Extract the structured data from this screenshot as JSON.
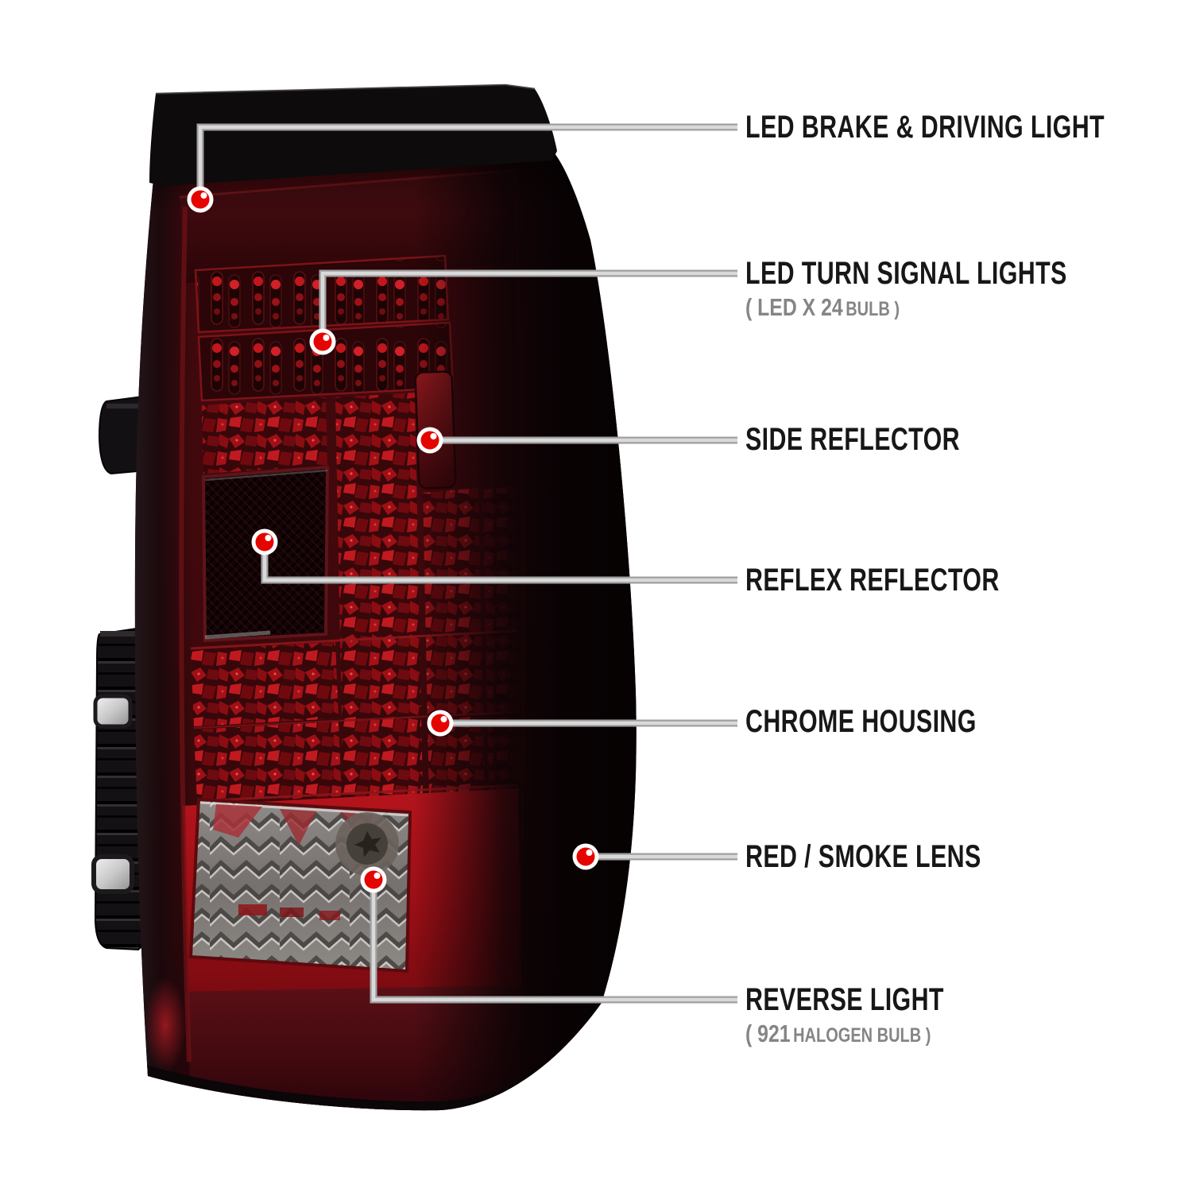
{
  "page": {
    "background_color": "#ffffff"
  },
  "diagram": {
    "subject": "LED tail light assembly feature diagram",
    "lens_style": "red / smoke",
    "callouts": [
      {
        "id": "led-brake-driving-light",
        "label": "LED BRAKE & DRIVING LIGHT"
      },
      {
        "id": "led-turn-signal-lights",
        "label": "LED TURN SIGNAL LIGHTS",
        "spec_main": "( LED X 24",
        "spec_detail": "BULB )"
      },
      {
        "id": "side-reflector",
        "label": "SIDE REFLECTOR"
      },
      {
        "id": "reflex-reflector",
        "label": "REFLEX REFLECTOR"
      },
      {
        "id": "chrome-housing",
        "label": "CHROME HOUSING"
      },
      {
        "id": "red-smoke-lens",
        "label": "RED / SMOKE LENS"
      },
      {
        "id": "reverse-light",
        "label": "REVERSE LIGHT",
        "spec_main": "( 921",
        "spec_detail": "HALOGEN BULB )"
      }
    ],
    "colors": {
      "label_text": "#171717",
      "spec_text": "#858585",
      "callout_dot_red": "#e50500",
      "callout_line_gray": "#c9c9c9",
      "lens_red": "#a6101a",
      "smoke_black": "#0a0406"
    }
  }
}
